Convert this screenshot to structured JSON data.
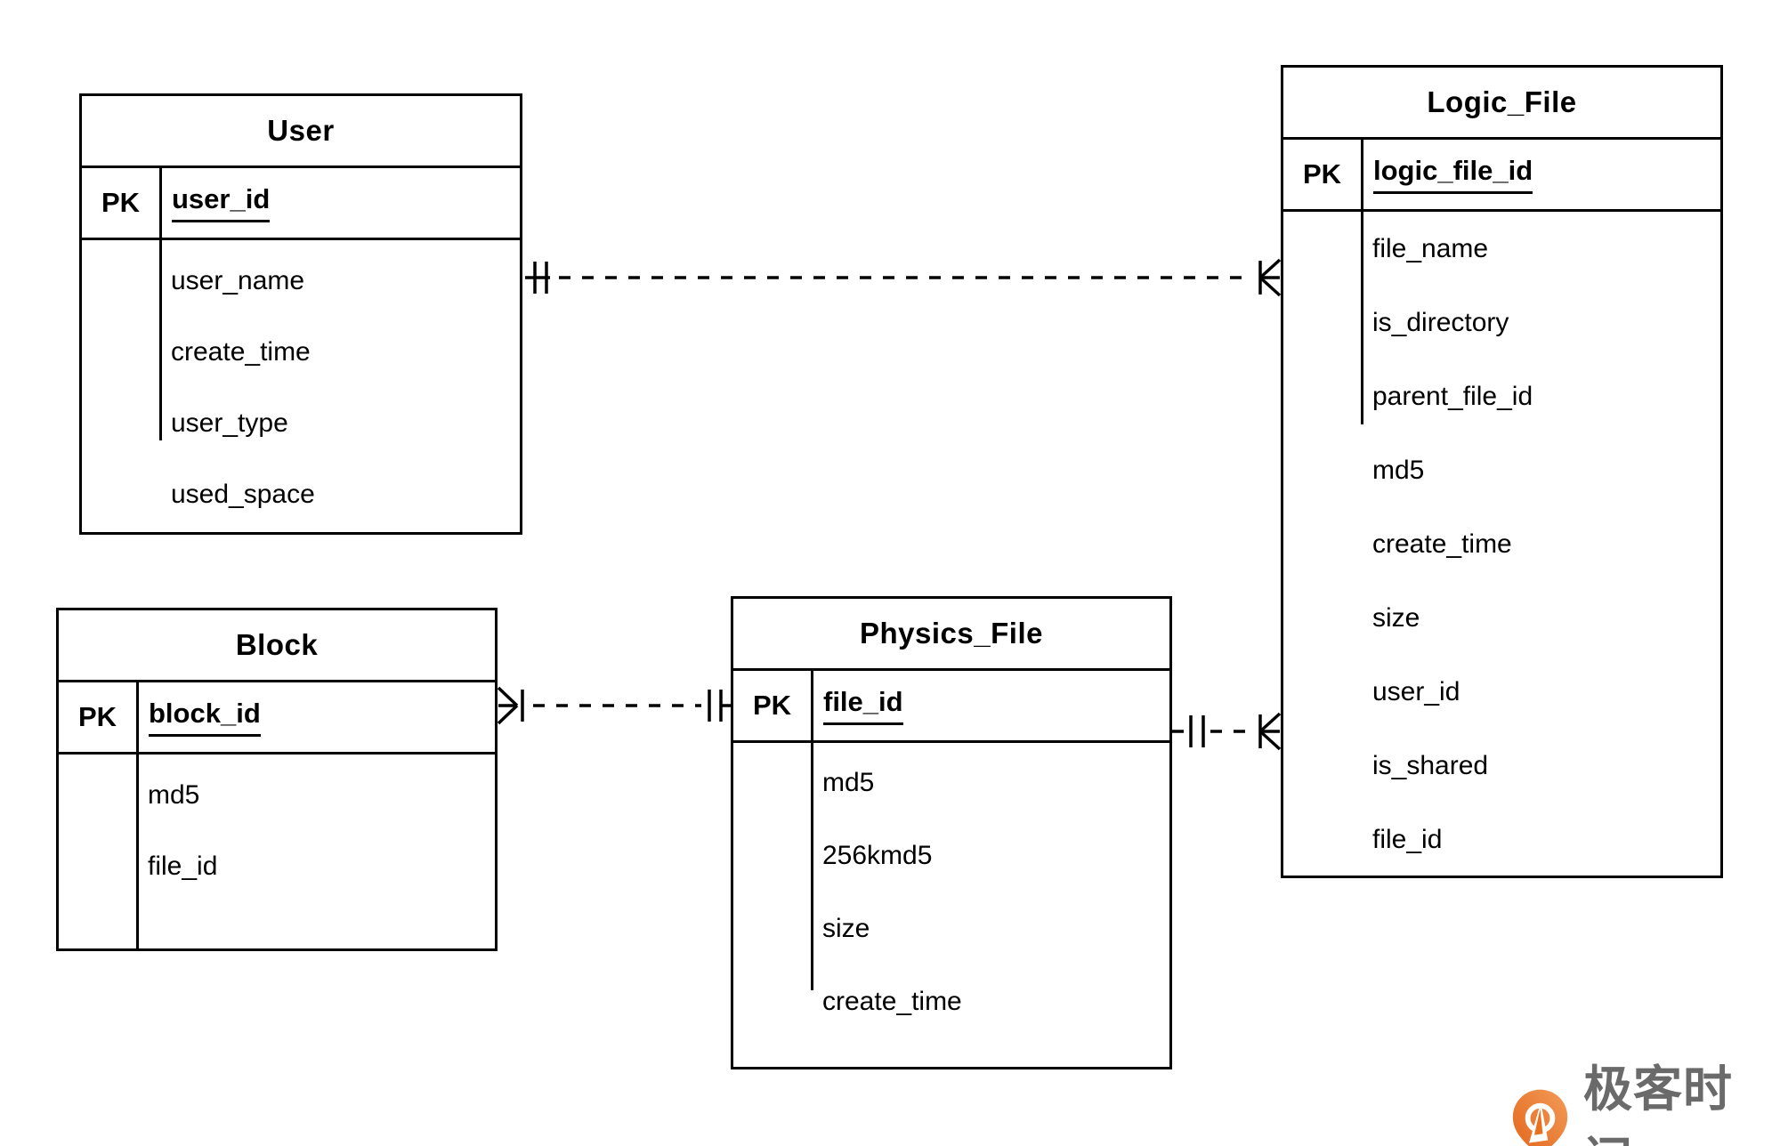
{
  "diagram": {
    "type": "entity-relationship",
    "entities": [
      {
        "id": "user",
        "title": "User",
        "pk_label": "PK",
        "pk_field": "user_id",
        "fields": [
          "user_name",
          "create_time",
          "user_type",
          "used_space"
        ]
      },
      {
        "id": "logic_file",
        "title": "Logic_File",
        "pk_label": "PK",
        "pk_field": "logic_file_id",
        "fields": [
          "file_name",
          "is_directory",
          "parent_file_id",
          "md5",
          "create_time",
          "size",
          "user_id",
          "is_shared",
          "file_id"
        ]
      },
      {
        "id": "block",
        "title": "Block",
        "pk_label": "PK",
        "pk_field": "block_id",
        "fields": [
          "md5",
          "file_id"
        ]
      },
      {
        "id": "physics_file",
        "title": "Physics_File",
        "pk_label": "PK",
        "pk_field": "file_id",
        "fields": [
          "md5",
          "256kmd5",
          "size",
          "create_time"
        ]
      }
    ],
    "relations": [
      {
        "from": "User",
        "to": "Logic_File",
        "from_cardinality": "one-and-only-one",
        "to_cardinality": "one-or-many",
        "line_style": "dashed"
      },
      {
        "from": "Block",
        "to": "Physics_File",
        "from_cardinality": "one-or-many",
        "to_cardinality": "one-and-only-one",
        "line_style": "dashed"
      },
      {
        "from": "Physics_File",
        "to": "Logic_File",
        "from_cardinality": "one-and-only-one",
        "to_cardinality": "one-or-many",
        "line_style": "dashed"
      }
    ]
  },
  "branding": {
    "logo_text": "极客时间",
    "logo_orange": "#E8701F",
    "logo_text_color": "#6A6A6A"
  },
  "colors": {
    "background": "#ffffff",
    "line": "#000000",
    "text": "#000000"
  }
}
